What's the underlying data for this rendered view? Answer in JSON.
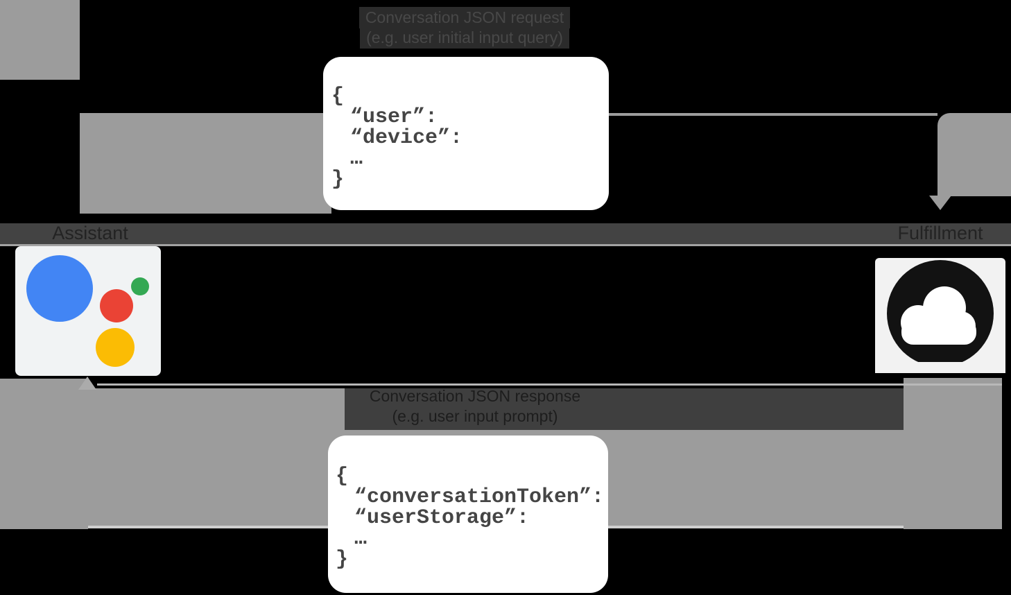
{
  "request": {
    "label_line1": "Conversation JSON request",
    "label_line2": "(e.g. user initial input query)",
    "code_lines": [
      "{",
      "“user”:",
      "“device”:",
      "…",
      "}"
    ]
  },
  "response": {
    "label_line1": "Conversation JSON response",
    "label_line2": "(e.g. user input prompt)",
    "code_lines": [
      "{",
      "“conversationToken”:",
      "“userStorage”:",
      "…",
      "}"
    ]
  },
  "endpoints": {
    "assistant": {
      "label": "Assistant",
      "icon": "google-assistant-logo"
    },
    "fulfillment": {
      "label": "Fulfillment",
      "icon": "cloud-icon"
    }
  },
  "colors": {
    "background": "#000000",
    "arrow_gray": "#9c9c9c",
    "label_band": "#434343",
    "code_text": "#454545",
    "assistant_blue": "#4285f4",
    "assistant_red": "#ea4335",
    "assistant_green": "#34a853",
    "assistant_yellow": "#fbbc04",
    "tile_background": "#f1f3f4"
  }
}
